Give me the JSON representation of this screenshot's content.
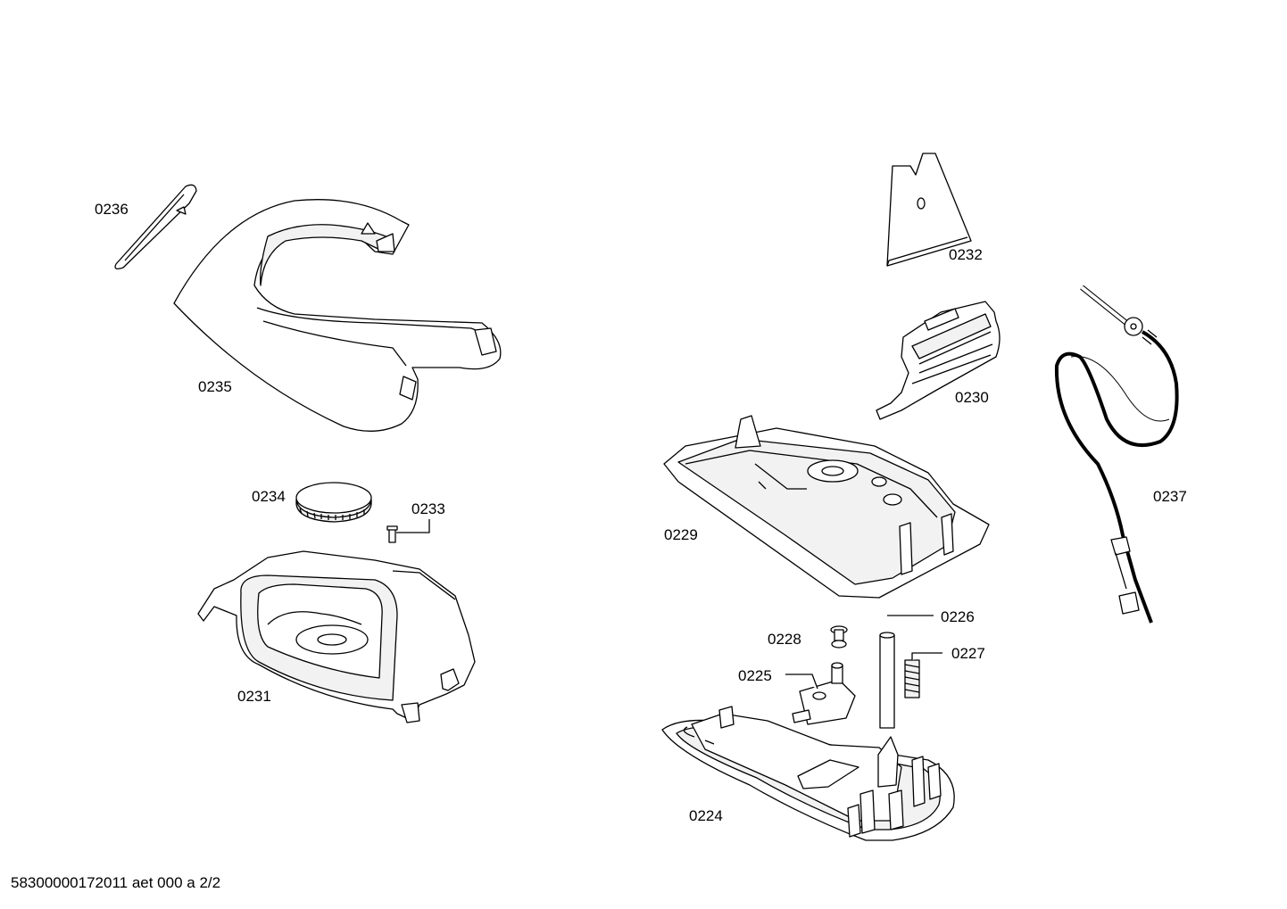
{
  "labels": {
    "p0224": "0224",
    "p0225": "0225",
    "p0226": "0226",
    "p0227": "0227",
    "p0228": "0228",
    "p0229": "0229",
    "p0230": "0230",
    "p0231": "0231",
    "p0232": "0232",
    "p0233": "0233",
    "p0234": "0234",
    "p0235": "0235",
    "p0236": "0236",
    "p0237": "0237"
  },
  "footer": "58300000172011 aet 000 a 2/2"
}
